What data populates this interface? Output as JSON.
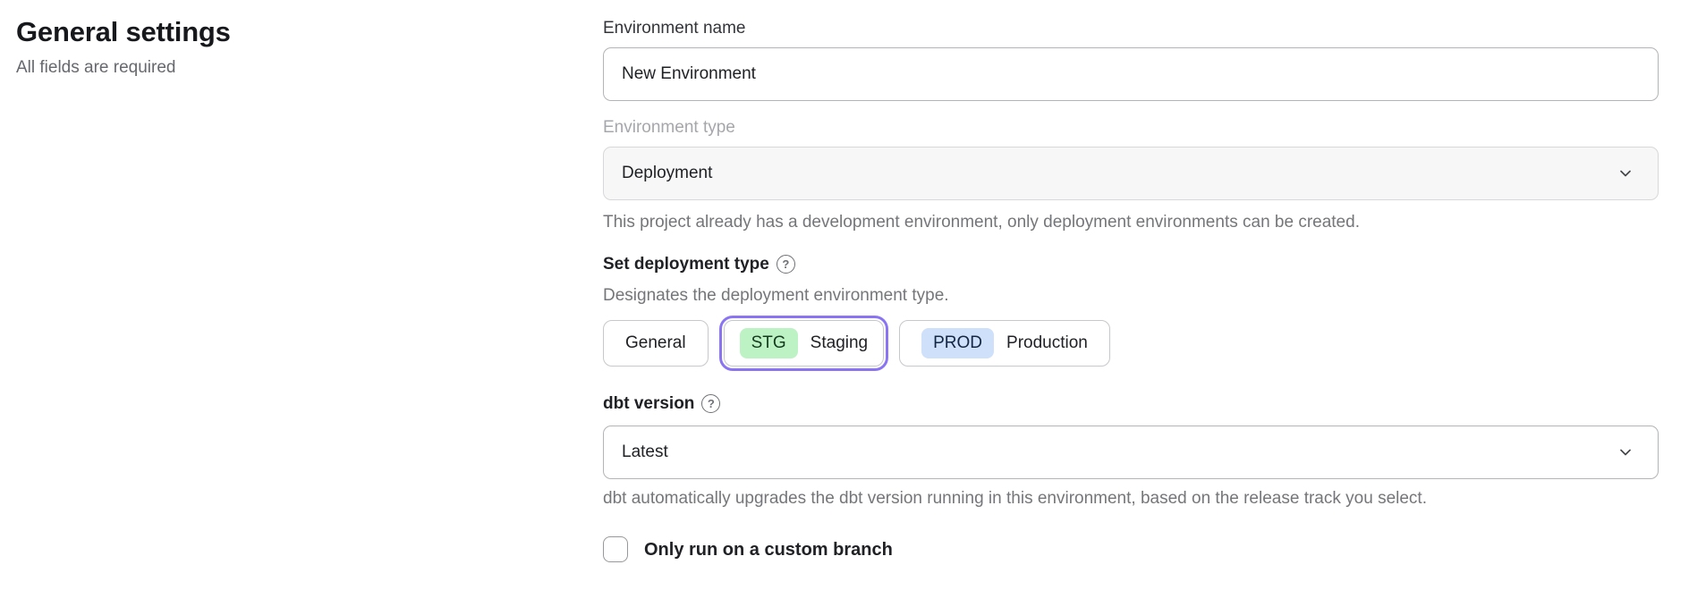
{
  "page": {
    "title": "General settings",
    "subtitle": "All fields are required"
  },
  "form": {
    "environment_name": {
      "label": "Environment name",
      "value": "New Environment"
    },
    "environment_type": {
      "label": "Environment type",
      "value": "Deployment",
      "disabled": true,
      "helper": "This project already has a development environment, only deployment environments can be created."
    },
    "deployment_type": {
      "label": "Set deployment type",
      "help_icon": "?",
      "description": "Designates the deployment environment type.",
      "options": [
        {
          "label": "General",
          "selected": false
        },
        {
          "badge": "STG",
          "label": "Staging",
          "selected": true
        },
        {
          "badge": "PROD",
          "label": "Production",
          "selected": false
        }
      ]
    },
    "dbt_version": {
      "label": "dbt version",
      "help_icon": "?",
      "value": "Latest",
      "helper": "dbt automatically upgrades the dbt version running in this environment, based on the release track you select."
    },
    "custom_branch": {
      "label": "Only run on a custom branch",
      "checked": false
    }
  },
  "colors": {
    "selected_ring": "#8b74f2",
    "staging_badge_bg": "#bdf3c4",
    "production_badge_bg": "#cfe0fa",
    "disabled_field_bg": "#f7f7f8",
    "helper_text": "#757679",
    "disabled_label": "#a6a7ab",
    "input_border": "#b3b4b8",
    "heading_text": "#17181c"
  }
}
